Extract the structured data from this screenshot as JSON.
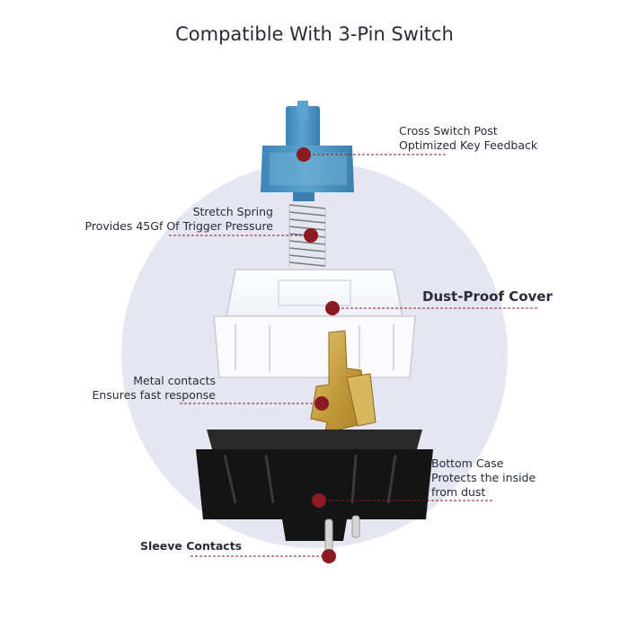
{
  "title": "Compatible With 3-Pin Switch",
  "colors": {
    "marker": "#8b1a22",
    "leader": "#8b1a22",
    "circle_bg": "#e6e6f2",
    "stem_blue": "#4a93c0",
    "housing_black": "#141414",
    "contact_gold": "#c9a54a"
  },
  "labels": {
    "cross_post": {
      "line1": "Cross Switch Post",
      "line2": "Optimized Key Feedback"
    },
    "spring": {
      "line1": "Stretch Spring",
      "line2": "Provides 45Gf Of Trigger Pressure"
    },
    "cover": {
      "line1": "Dust-Proof Cover"
    },
    "metal": {
      "line1": "Metal contacts",
      "line2": "Ensures fast response"
    },
    "bottom": {
      "line1": "Bottom Case",
      "line2": "Protects the inside",
      "line3": "from dust"
    },
    "sleeve": {
      "line1": "Sleeve Contacts"
    }
  }
}
